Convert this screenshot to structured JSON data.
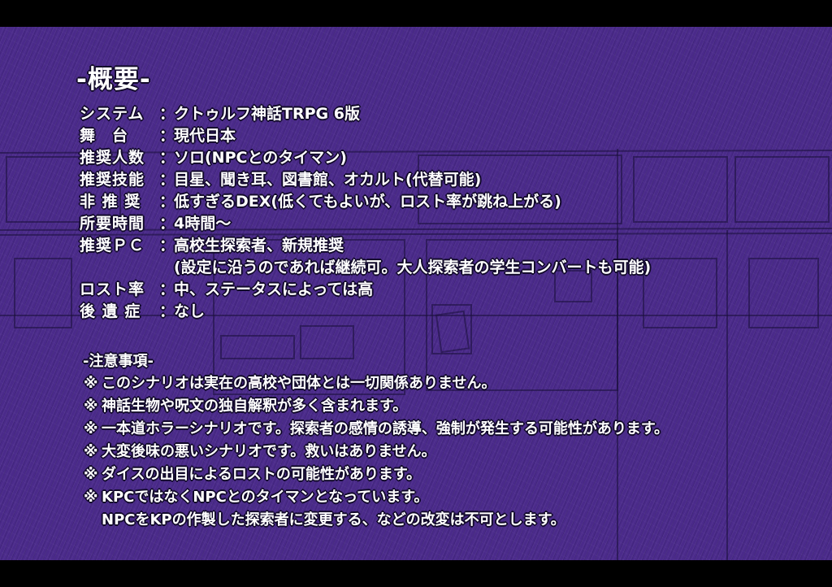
{
  "heading": "-概要-",
  "overview": [
    {
      "label": "システム",
      "colon": "：",
      "value": "クトゥルフ神話TRPG 6版"
    },
    {
      "label": "舞　台",
      "colon": "：",
      "value": "現代日本"
    },
    {
      "label": "推奨人数",
      "colon": "：",
      "value": "ソロ(NPCとのタイマン)"
    },
    {
      "label": "推奨技能",
      "colon": "：",
      "value": "目星、聞き耳、図書館、オカルト(代替可能)"
    },
    {
      "label": "非 推 奨",
      "colon": "：",
      "value": "低すぎるDEX(低くてもよいが、ロスト率が跳ね上がる)"
    },
    {
      "label": "所要時間",
      "colon": "：",
      "value": "4時間〜"
    },
    {
      "label": "推奨ＰＣ",
      "colon": "：",
      "value": "高校生探索者、新規推奨"
    },
    {
      "label": "",
      "colon": "",
      "value": "(設定に沿うのであれば継続可。大人探索者の学生コンバートも可能)"
    },
    {
      "label": "ロスト率",
      "colon": "：",
      "value": "中、ステータスによっては高"
    },
    {
      "label": "後 遺 症",
      "colon": "：",
      "value": "なし"
    }
  ],
  "notes_title": "-注意事項-",
  "notes": [
    {
      "mark": "※",
      "text": "このシナリオは実在の高校や団体とは一切関係ありません。"
    },
    {
      "mark": "※",
      "text": "神話生物や呪文の独自解釈が多く含まれます。"
    },
    {
      "mark": "※",
      "text": "一本道ホラーシナリオです。探索者の感情の誘導、強制が発生する可能性があります。"
    },
    {
      "mark": "※",
      "text": "大変後味の悪いシナリオです。救いはありません。"
    },
    {
      "mark": "※",
      "text": "ダイスの出目によるロストの可能性があります。"
    },
    {
      "mark": "※",
      "text": "KPCではなくNPCとのタイマンとなっています。"
    },
    {
      "mark": "",
      "text": "NPCをKPの作製した探索者に変更する、などの改変は不可とします。"
    }
  ],
  "colors": {
    "background": "#4a2a8a",
    "letterbox": "#000000",
    "text": "#ffffff",
    "outline": "#120a2a"
  }
}
